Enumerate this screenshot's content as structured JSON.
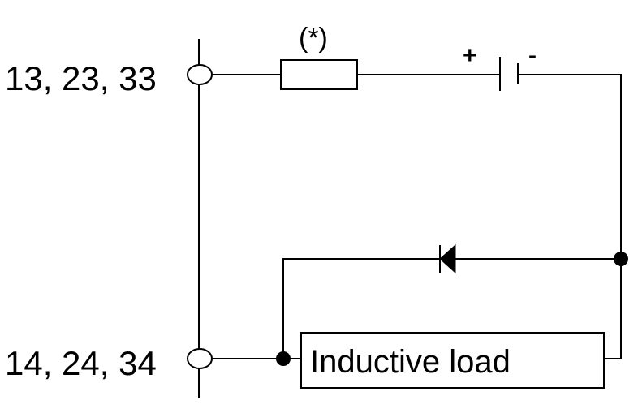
{
  "terminals": {
    "top_label": "13, 23, 33",
    "bottom_label": "14, 24, 34"
  },
  "fuse": {
    "note": "(*)"
  },
  "source": {
    "plus": "+",
    "minus": "-"
  },
  "load": {
    "label": "Inductive load"
  }
}
